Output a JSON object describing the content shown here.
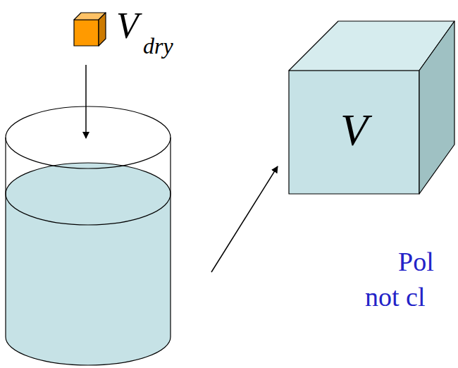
{
  "diagram": {
    "nodes": [
      {
        "text": [
          "V",
          "dry"
        ]
      },
      {
        "text": [
          "V"
        ]
      }
    ],
    "labels": [
      "Pol",
      "not cl"
    ]
  }
}
